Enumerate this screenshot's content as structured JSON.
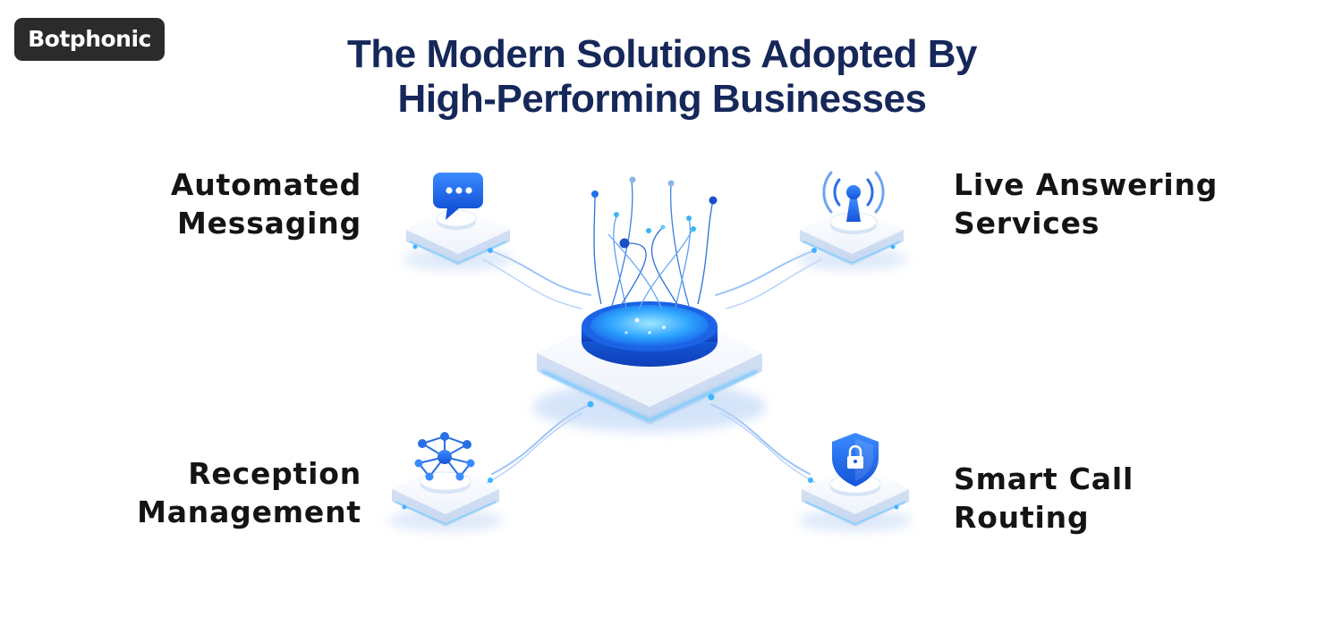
{
  "brand": {
    "name": "Botphonic"
  },
  "title": {
    "line1": "The Modern Solutions Adopted By",
    "line2": "High-Performing Businesses"
  },
  "solutions": [
    {
      "line1": "Automated",
      "line2": "Messaging",
      "icon": "chat-bubble-icon"
    },
    {
      "line1": "Live Answering",
      "line2": "Services",
      "icon": "broadcast-antenna-icon"
    },
    {
      "line1": "Reception",
      "line2": "Management",
      "icon": "network-nodes-icon"
    },
    {
      "line1": "Smart Call",
      "line2": "Routing",
      "icon": "shield-lock-icon"
    }
  ],
  "colors": {
    "title": "#16275a",
    "accent": "#1e6ff0",
    "accent_light": "#5ec8ff",
    "brand_bg": "#2b2b2b"
  }
}
